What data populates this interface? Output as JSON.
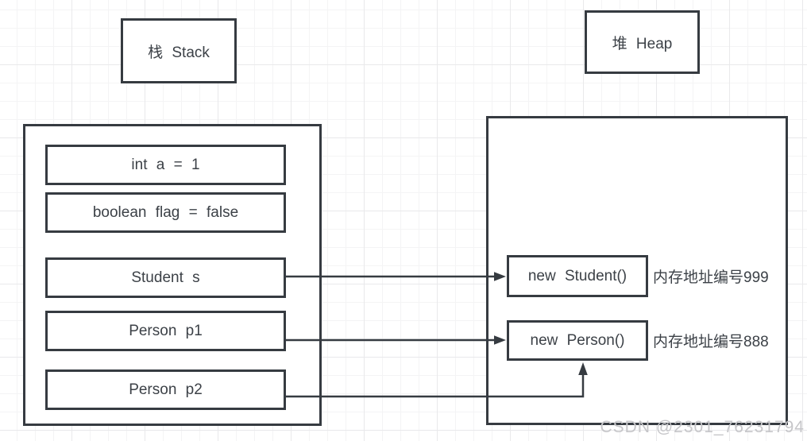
{
  "stack": {
    "title": "栈 Stack",
    "items": [
      {
        "label": "int a = 1"
      },
      {
        "label": "boolean flag = false"
      },
      {
        "label": "Student s"
      },
      {
        "label": "Person p1"
      },
      {
        "label": "Person p2"
      }
    ]
  },
  "heap": {
    "title": "堆 Heap",
    "objects": [
      {
        "label": "new Student()",
        "address": "内存地址编号999"
      },
      {
        "label": "new Person()",
        "address": "内存地址编号888"
      }
    ]
  },
  "references": [
    {
      "from": "Student s",
      "to": "new Student()"
    },
    {
      "from": "Person p1",
      "to": "new Person()"
    },
    {
      "from": "Person p2",
      "to": "new Person()"
    }
  ],
  "watermark": "CSDN @2301_76231794",
  "colors": {
    "stroke": "#363b41",
    "text": "#3c4147",
    "grid_minor": "#f4f4f5",
    "grid_major": "#e9e9eb",
    "watermark": "#c6c6c9"
  }
}
